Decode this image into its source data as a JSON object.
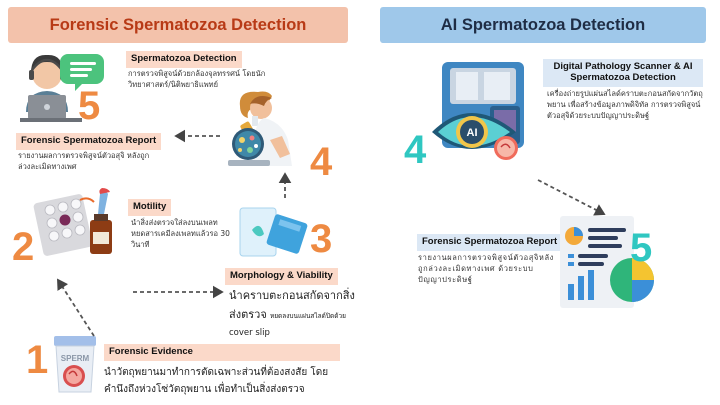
{
  "left_title": "Forensic Spermatozoa Detection",
  "right_title": "AI Spermatozoa Detection",
  "steps": [
    {
      "num": "1",
      "title": "Forensic Evidence",
      "desc": "นำวัตถุพยานมาทำการตัดเฉพาะส่วนที่ต้องสงสัย โดยคำนึงถึงห่วงโซ่วัตถุพยาน เพื่อทำเป็นสิ่งส่งตรวจ",
      "icon": "sperm-sample-cup-icon"
    },
    {
      "num": "2",
      "title": "Motility",
      "desc": "นำสิ่งส่งตรวจใส่ลงบนเพลท หยดสารเคมีลงเพลทแล้วรอ 30 วินาที",
      "icon": "well-plate-and-reagent-icon"
    },
    {
      "num": "3",
      "title": "Morphology & Viability",
      "desc_large": "นำคราบตะกอนสกัดจากสิ่งส่งตรวจ",
      "desc_small": "หยดลงบนแผ่นสไลด์ปิดด้วย",
      "desc_tail": "cover slip",
      "icon": "glass-slide-icon"
    },
    {
      "num": "4",
      "title": "Spermatozoa Detection",
      "desc": "การตรวจพิสูจน์ด้วยกล้องจุลทรรศน์ โดยนักวิทยาศาสตร์/นิติพยาธิแพทย์",
      "icon": "scientist-microscope-icon"
    },
    {
      "num": "5",
      "title": "Forensic Spermatozoa Report",
      "desc": "รายงานผลการตรวจพิสูจน์ตัวอสุจิ หลังถูกล่วงละเมิดทางเพศ",
      "icon": "analyst-laptop-icon"
    }
  ],
  "ai_steps": [
    {
      "num": "4",
      "title": "Digital Pathology Scanner & AI Spermatozoa Detection",
      "desc": "เครื่องถ่ายรูปแผ่นสไลด์คราบตะกอนสกัดจากวัตถุพยาน เพื่อสร้างข้อมูลภาพดิจิทัล การตรวจพิสูจน์ตัวอสุจิด้วยระบบปัญญาประดิษฐ์",
      "icon": "ai-scanner-icon"
    },
    {
      "num": "5",
      "title": "Forensic Spermatozoa Report",
      "desc": "รายงานผลการตรวจพิสูจน์ตัวอสุจิหลังถูกล่วงละเมิดทางเพศ ด้วยระบบปัญญาประดิษฐ์",
      "icon": "report-dashboard-icon"
    }
  ],
  "icon_text": {
    "ai_badge": "AI",
    "sperm_label": "SPERM"
  },
  "colors": {
    "left_banner_bg": "#f3c2ab",
    "left_banner_text": "#b83a16",
    "right_banner_bg": "#9fc8ea",
    "label_bg": "#fbd9c9",
    "step_orange": "#ee8a42",
    "step_teal": "#2fc7c1"
  }
}
